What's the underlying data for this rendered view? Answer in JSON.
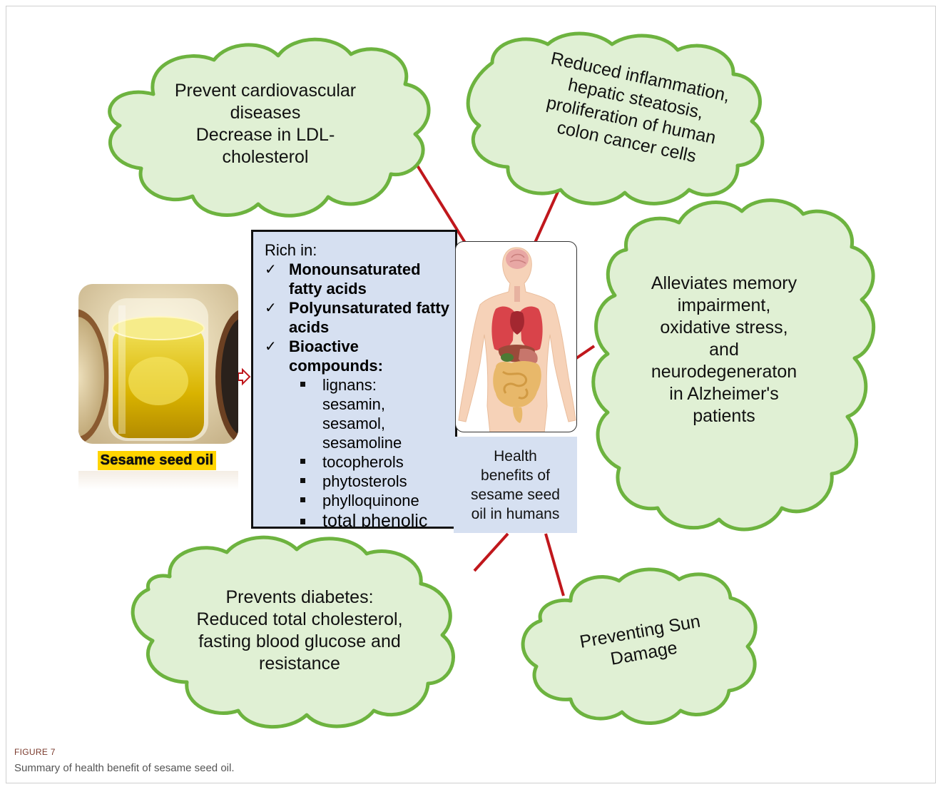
{
  "clouds": {
    "cardio": [
      "Prevent cardiovascular",
      "diseases",
      "Decrease in LDL-",
      "cholesterol"
    ],
    "inflammation": [
      "Reduced inflammation,",
      "hepatic steatosis,",
      "proliferation of human",
      "colon cancer cells"
    ],
    "memory": [
      "Alleviates memory",
      "impairment,",
      "oxidative stress,",
      "and",
      "neurodegeneraton",
      "in Alzheimer's",
      "patients"
    ],
    "diabetes": [
      "Prevents diabetes:",
      "Reduced total cholesterol,",
      "fasting blood glucose and",
      "resistance"
    ],
    "sun": [
      "Preventing Sun",
      "Damage"
    ]
  },
  "rich_box": {
    "title": "Rich in:",
    "check_mark": "✓",
    "items": [
      "Monounsaturated fatty acids",
      "Polyunsaturated fatty acids",
      "Bioactive compounds:"
    ],
    "sub_items": [
      "lignans: sesamin, sesamol, sesamoline",
      "tocopherols",
      "phytosterols",
      "phylloquinone",
      "total phenolic"
    ]
  },
  "oil_image_label": "Sesame seed oil",
  "center_caption": [
    "Health",
    "benefits of",
    "sesame seed",
    "oil in humans"
  ],
  "figure": {
    "label": "FIGURE 7",
    "caption": "Summary of health benefit of sesame seed oil."
  },
  "colors": {
    "cloud_fill": "#e0f0d4",
    "cloud_stroke": "#6db33f",
    "connector": "#c0171c",
    "box_fill": "#d6e0f1"
  }
}
